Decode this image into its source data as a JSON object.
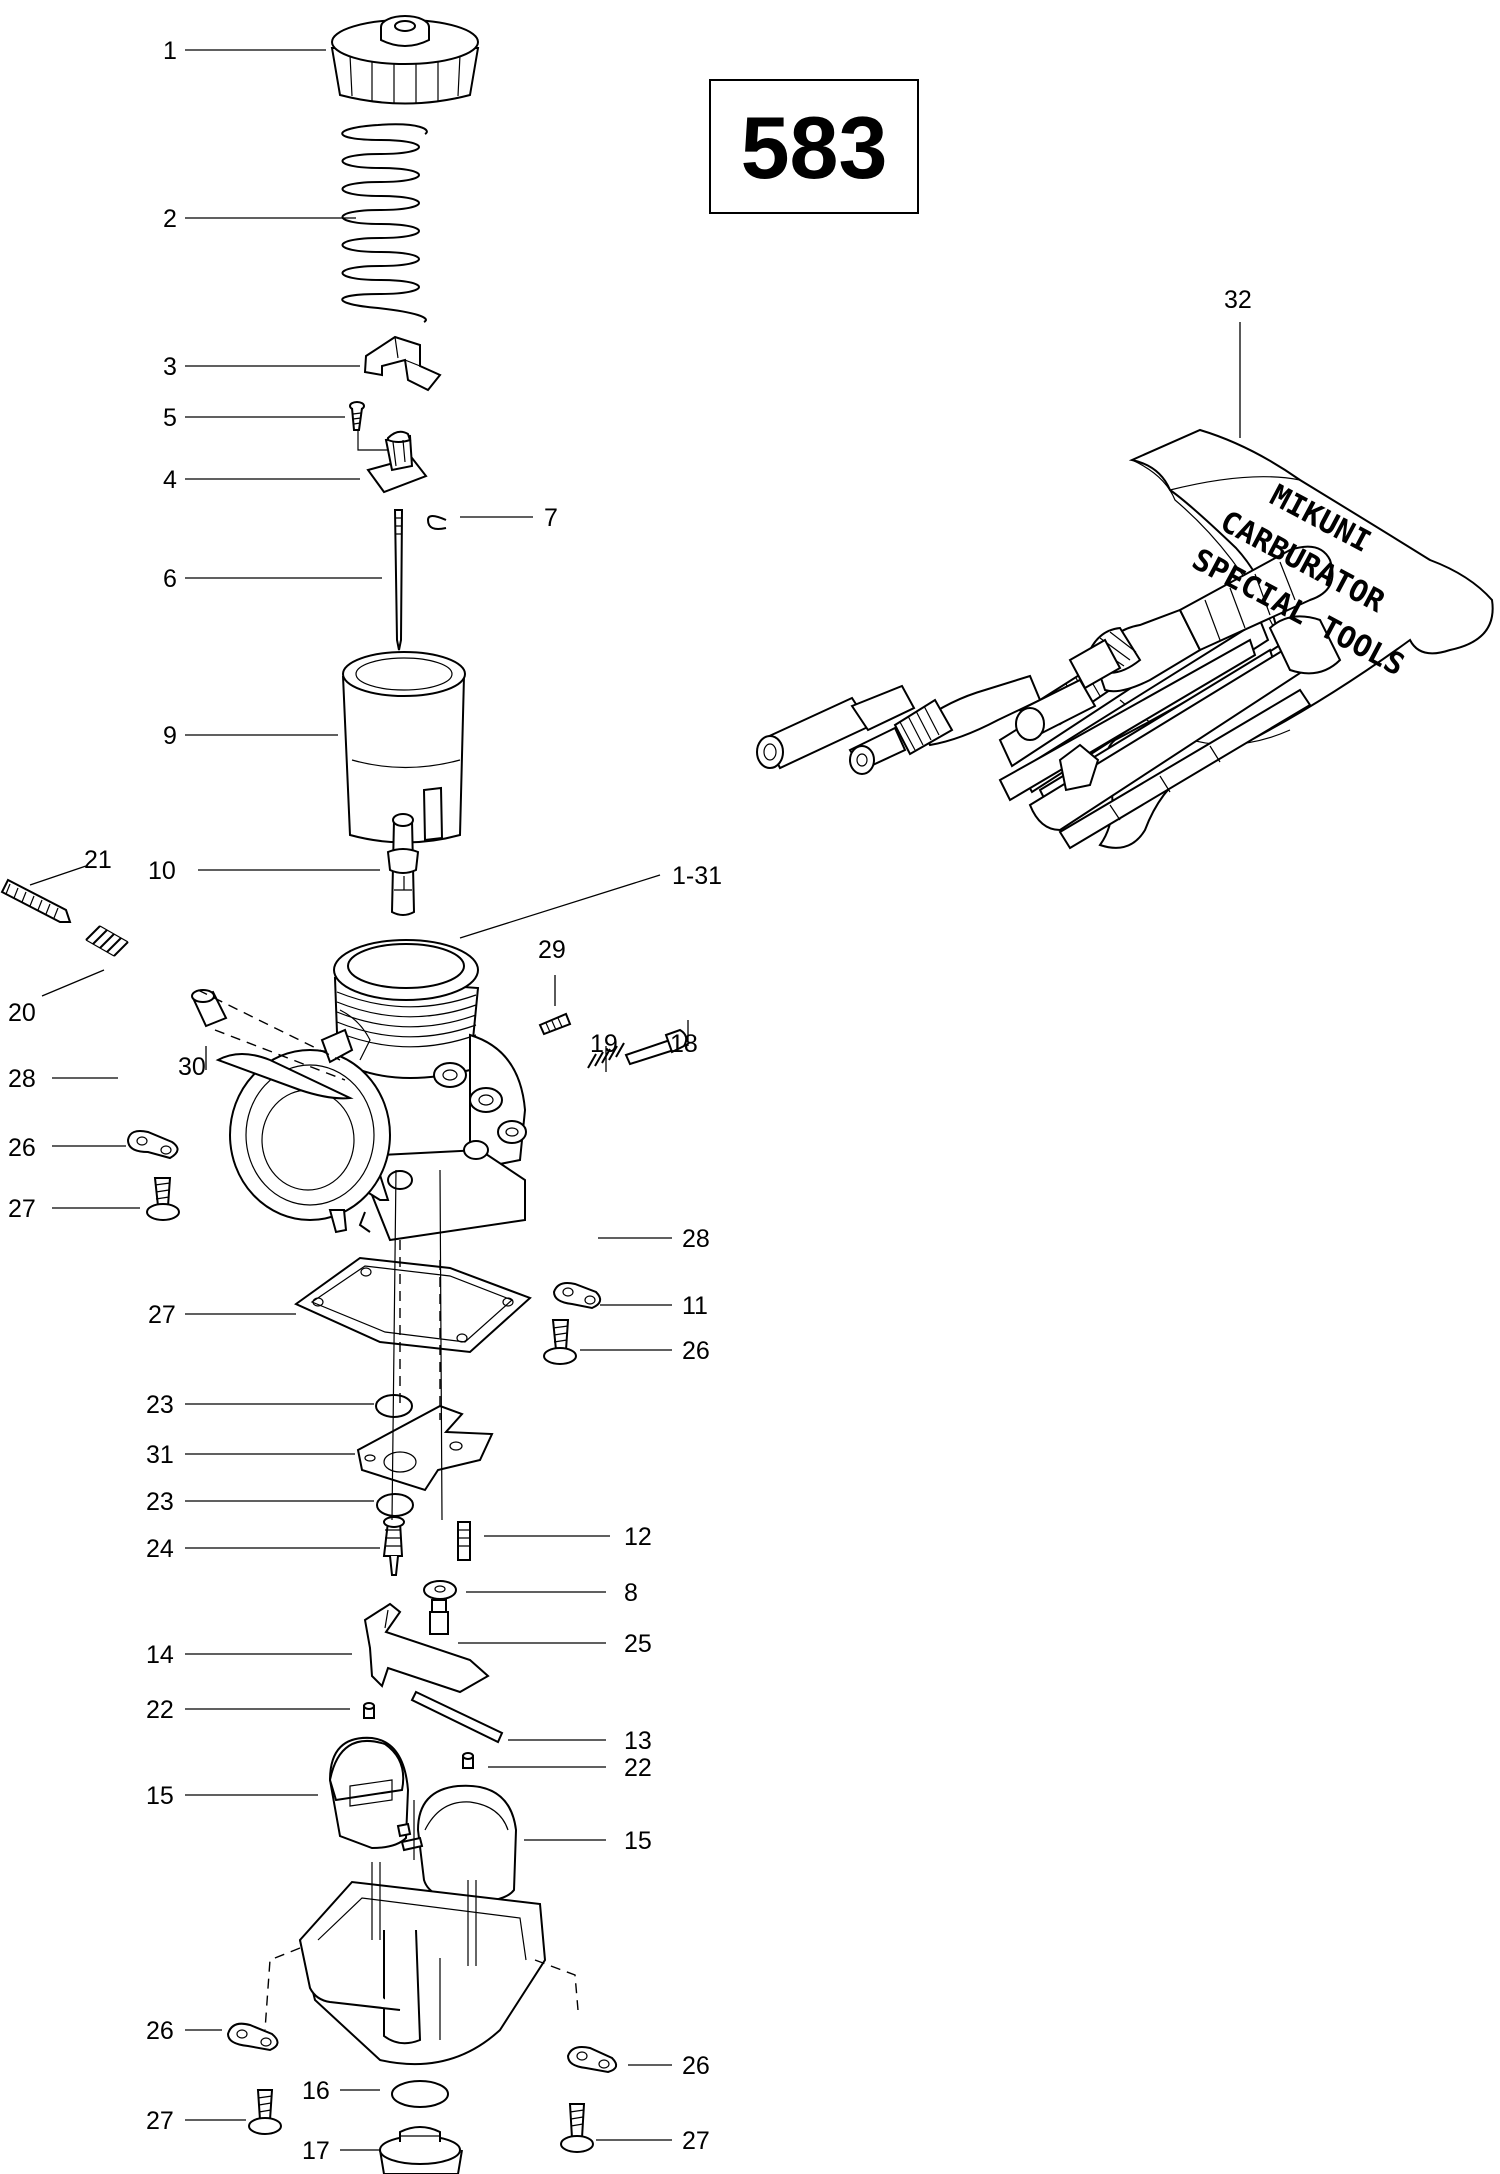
{
  "diagram": {
    "page_number": "583",
    "kit_text": [
      "MIKUNI",
      "CARBURATOR",
      "SPECIAL TOOLS"
    ],
    "callouts": [
      "1",
      "2",
      "3",
      "5",
      "4",
      "7",
      "6",
      "9",
      "10",
      "21",
      "1-31",
      "29",
      "20",
      "19",
      "18",
      "28",
      "30",
      "26",
      "27",
      "28",
      "11",
      "26",
      "27",
      "23",
      "31",
      "23",
      "24",
      "12",
      "8",
      "14",
      "25",
      "22",
      "13",
      "22",
      "15",
      "15",
      "26",
      "26",
      "16",
      "27",
      "17",
      "27",
      "32"
    ]
  }
}
